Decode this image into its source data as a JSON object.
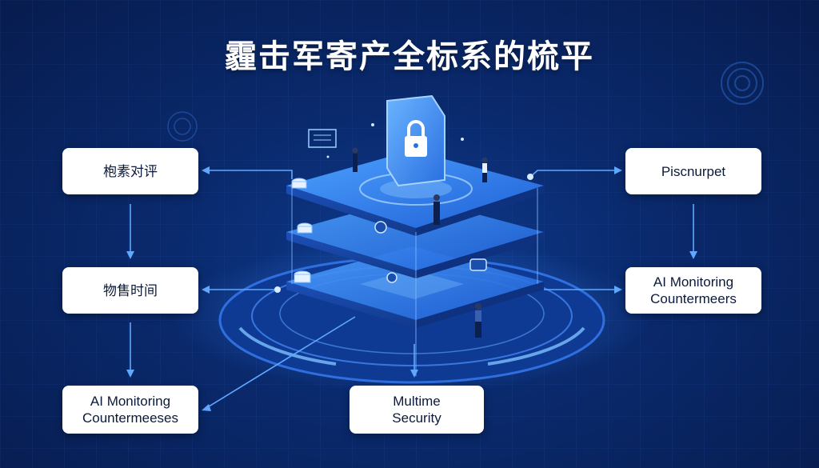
{
  "title": "霾击军寄产全标系的梳平",
  "colors": {
    "background": "#0a2a6e",
    "accent": "#3b8cff",
    "platform": "#2f7cf0",
    "box": "#ffffff",
    "text": "#0b1a3a"
  },
  "boxes": {
    "left_top": "枹素对评",
    "left_middle": "物售时间",
    "left_bottom": "AI Monitoring\nCountermeeses",
    "right_top": "Piscnurpet",
    "right_middle": "AI Monitoring\nCountermeers",
    "bottom_center": "Multime\nSecurity"
  },
  "icons": {
    "center": "padlock-icon",
    "people": "person-icon",
    "devices": "database-icon"
  }
}
